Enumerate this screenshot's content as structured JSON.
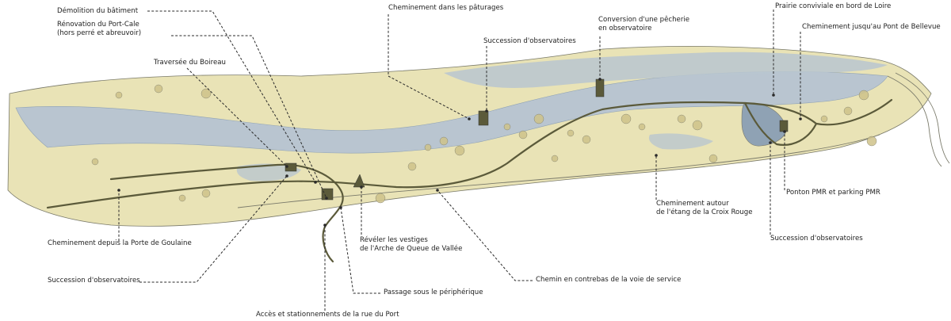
{
  "colors": {
    "water": "#b9c5d0",
    "water_deep": "#8fa2b4",
    "meadow": "#e9e3b6",
    "meadow_dark": "#cfc38a",
    "path": "#5b5a3a",
    "outline": "#7a7a6a",
    "leader": "#2a2a2a"
  },
  "labels": {
    "demolition": "Démolition du bâtiment",
    "renovation": "Rénovation du Port-Cale\n(hors perré et abreuvoir)",
    "traversee": "Traversée du Boireau",
    "cheminement_paturages": "Cheminement dans les pâturages",
    "succession_top": "Succession d'observatoires",
    "conversion_pecherie": "Conversion d'une pêcherie\nen observatoire",
    "prairie": "Prairie conviviale en bord de Loire",
    "cheminement_bellevue": "Cheminement jusqu'au Pont de Bellevue",
    "cheminement_goulaine": "Cheminement depuis la Porte de Goulaine",
    "succession_left": "Succession d'observatoires",
    "reveler": "Révéler les vestiges\nde l'Arche de Queue de Vallée",
    "cheminement_etang": "Cheminement autour\nde l'étang de la Croix Rouge",
    "ponton": "Ponton PMR et parking PMR",
    "succession_right": "Succession d'observatoires",
    "chemin_contrebas": "Chemin en contrebas de la voie de service",
    "passage": "Passage sous le périphérique",
    "acces": "Accès et stationnements de la rue du Port"
  }
}
